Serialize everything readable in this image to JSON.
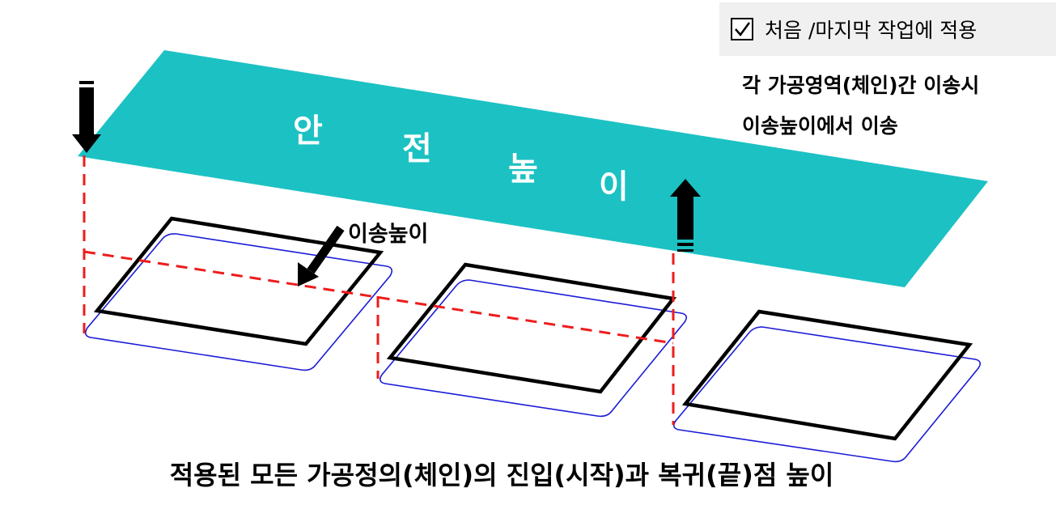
{
  "option": {
    "checkbox_checked": true,
    "label": "처음 /마지막 작업에 적용"
  },
  "description": {
    "line1": "각 가공영역(체인)간 이송시",
    "line2": "이송높이에서 이송"
  },
  "safe_height": {
    "chars": [
      "안",
      "전",
      "높",
      "이"
    ]
  },
  "transfer_height_label": "이송높이",
  "caption": "적용된 모든 가공정의(체인)의 진입(시작)과 복귀(끝)점 높이",
  "colors": {
    "safe_plane": "#1cc1c3",
    "path_line": "#ee1c1c",
    "chain_outline": "#000000",
    "chain_offset": "#1b1bd6"
  }
}
